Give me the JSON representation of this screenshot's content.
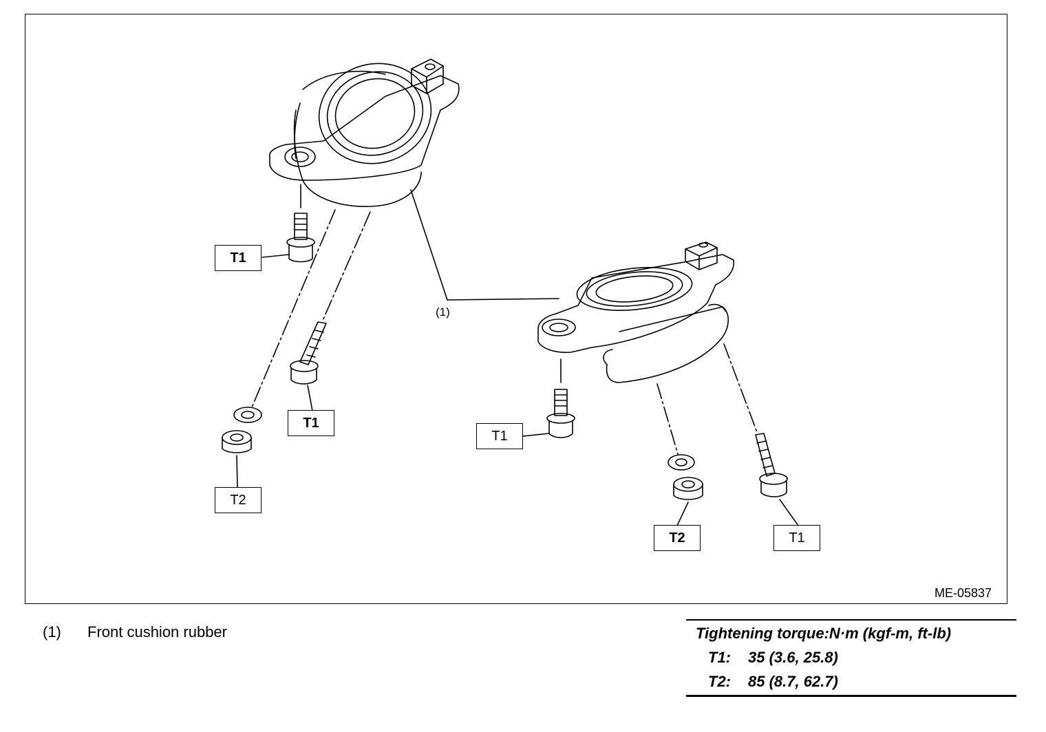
{
  "diagram": {
    "part_reference": "(1)",
    "figure_code": "ME-05837",
    "callouts": [
      {
        "id": "c1",
        "label": "T1",
        "bold": true
      },
      {
        "id": "c2",
        "label": "T1",
        "bold": true
      },
      {
        "id": "c3",
        "label": "T2",
        "bold": false
      },
      {
        "id": "c4",
        "label": "T1",
        "bold": false
      },
      {
        "id": "c5",
        "label": "T2",
        "bold": true
      },
      {
        "id": "c6",
        "label": "T1",
        "bold": false
      }
    ]
  },
  "legend": {
    "items": [
      {
        "number": "(1)",
        "text": "Front cushion rubber"
      }
    ]
  },
  "torque_table": {
    "header": "Tightening torque:N·m (kgf-m, ft-lb)",
    "rows": [
      {
        "key": "T1:",
        "value": "35 (3.6, 25.8)"
      },
      {
        "key": "T2:",
        "value": "85 (8.7, 62.7)"
      }
    ]
  }
}
